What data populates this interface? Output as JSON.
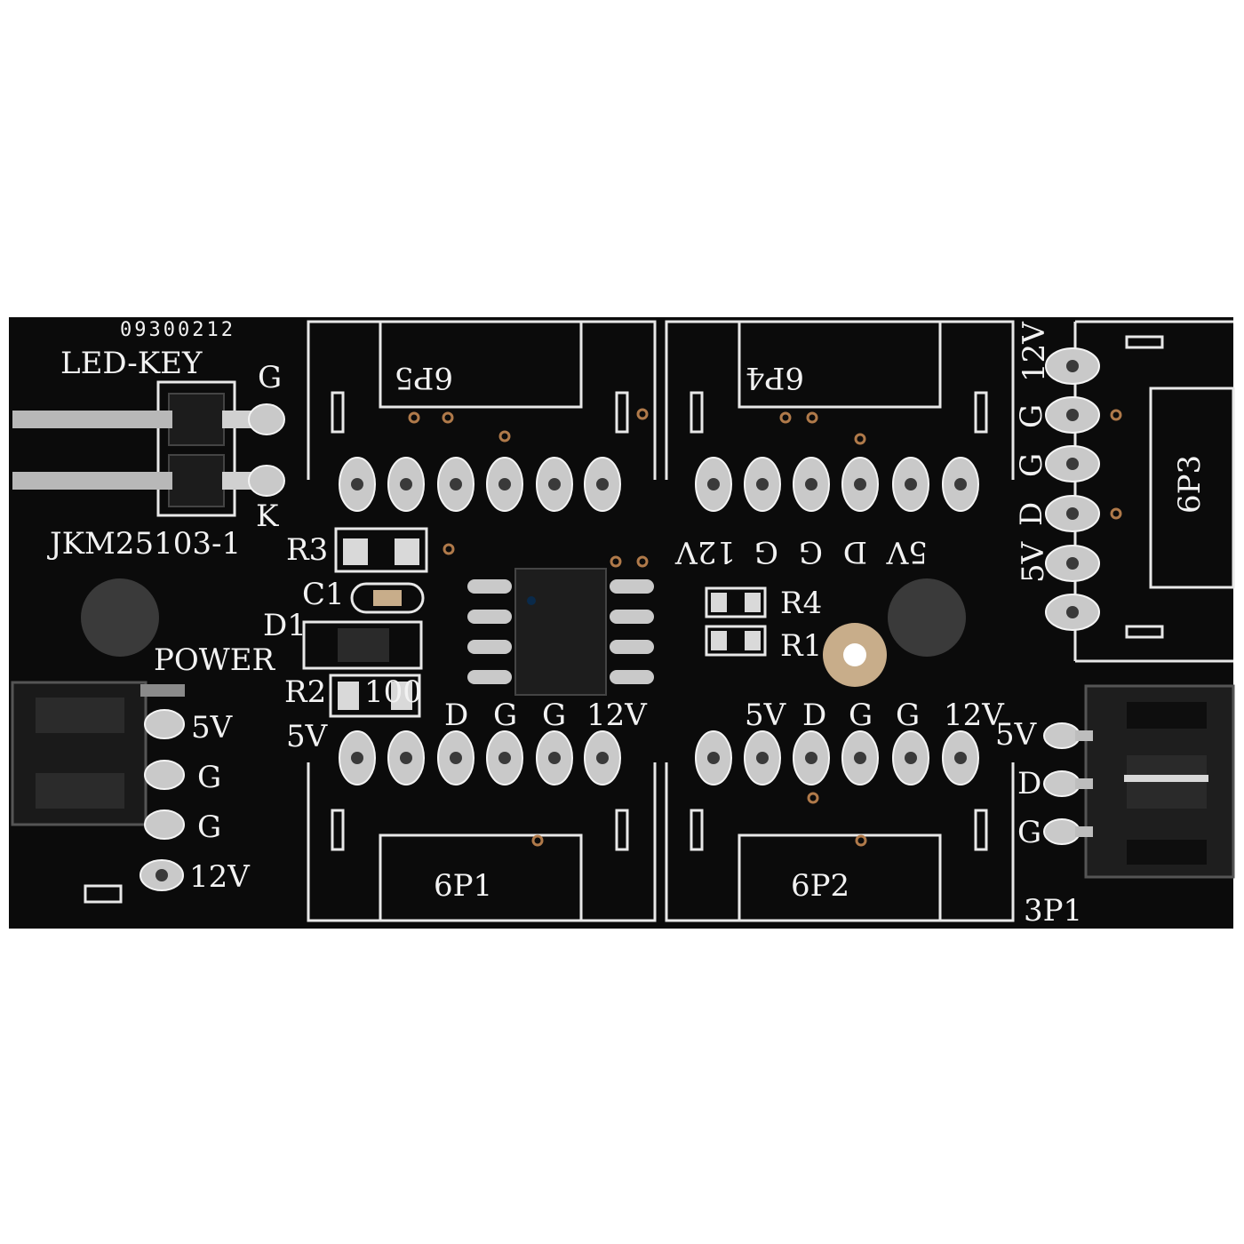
{
  "board": {
    "serial": "09300212",
    "part_number": "JKM25103-1",
    "power_label": "POWER",
    "led_key": {
      "title": "LED-KEY",
      "pin_top": "G",
      "pin_bottom": "K"
    },
    "power_pins": [
      "5V",
      "G",
      "G",
      "12V"
    ],
    "components": {
      "r1": "R1",
      "r2": "R2",
      "r3": "R3",
      "r4": "R4",
      "c1": "C1",
      "d1": "D1",
      "r2_value": "100"
    },
    "headers": {
      "p1": "6P1",
      "p2": "6P2",
      "p3": "6P3",
      "p4": "6P4",
      "p5": "6P5",
      "p3pin": "3P1"
    },
    "pins_6p1": [
      "5V",
      "D",
      "G",
      "G",
      "12V"
    ],
    "pins_6p2": [
      "5V",
      "D",
      "G",
      "G",
      "12V"
    ],
    "pins_6p4": [
      "12V",
      "G",
      "G",
      "D",
      "5V"
    ],
    "pins_6p3": [
      "12V",
      "G",
      "G",
      "D",
      "5V"
    ],
    "pins_3p1": [
      "5V",
      "D",
      "G"
    ],
    "colors": {
      "pcb": "#0b0b0b",
      "silkscreen": "#f2f2f2",
      "pad": "#c9c9c9",
      "mount": "#c8ad8a"
    }
  }
}
